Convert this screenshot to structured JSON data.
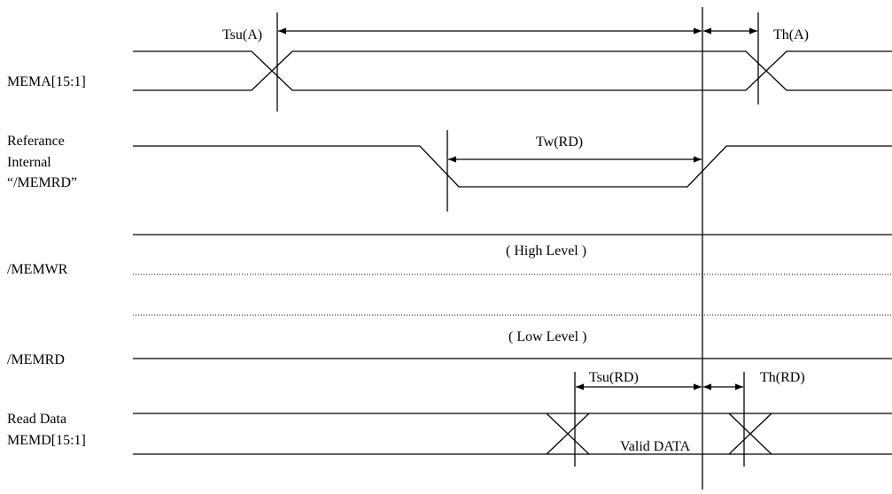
{
  "signals": {
    "mema": "MEMA[15:1]",
    "ref_line1": "Referance",
    "ref_line2": "Internal",
    "ref_line3": "“/MEMRD”",
    "memwr": "/MEMWR",
    "memrd": "/MEMRD",
    "rd_line1": "Read Data",
    "rd_line2": "MEMD[15:1]"
  },
  "timing": {
    "tsu_a": "Tsu(A)",
    "th_a": "Th(A)",
    "tw_rd": "Tw(RD)",
    "tsu_rd": "Tsu(RD)",
    "th_rd": "Th(RD)"
  },
  "notes": {
    "high_level": "( High Level )",
    "low_level": "( Low Level )",
    "valid_data": "Valid DATA"
  }
}
